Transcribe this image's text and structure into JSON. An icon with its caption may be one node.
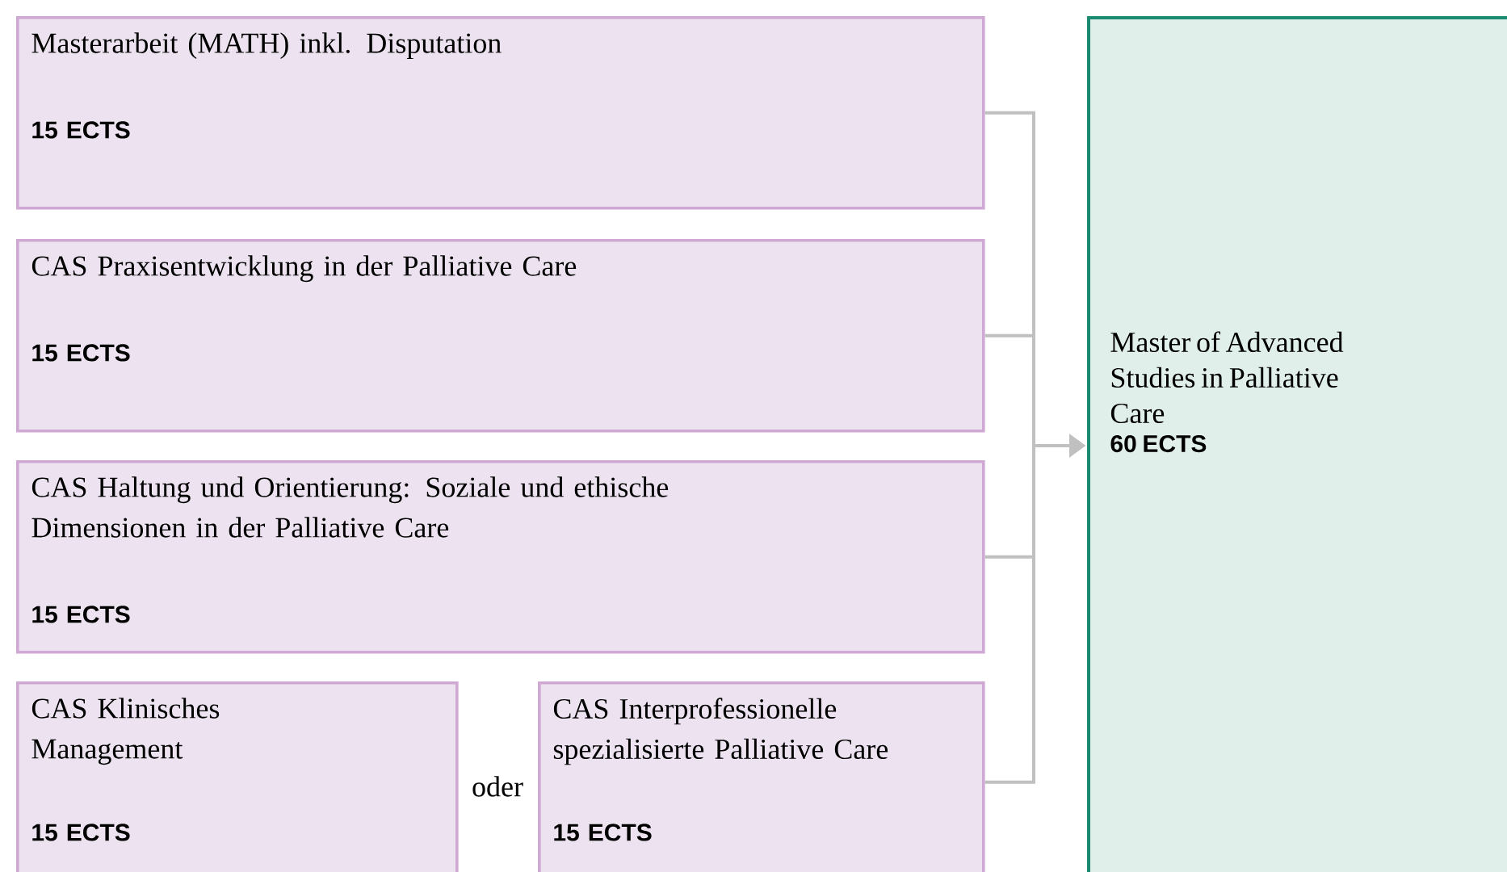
{
  "diagram": {
    "nodes": [
      {
        "text": [
          "Masterarbeit (MATH) inkl. Disputation",
          "15 ECTS"
        ]
      },
      {
        "text": [
          "CAS Praxisentwicklung in der Palliative Care",
          "15 ECTS"
        ]
      },
      {
        "text": [
          "CAS Haltung und Orientierung: Soziale und ethische Dimensionen in der Palliative Care",
          "15 ECTS"
        ]
      },
      {
        "text": [
          "CAS Klinisches Management",
          "15 ECTS"
        ]
      },
      {
        "text": [
          "CAS Interprofessionelle spezialisierte Palliative Care",
          "15 ECTS"
        ]
      },
      {
        "text": [
          "Master of Advanced Studies in Palliative Care",
          "60 ECTS"
        ]
      }
    ],
    "edges": [
      {
        "from": 0,
        "to": 5,
        "arrow": "to"
      },
      {
        "from": 1,
        "to": 5,
        "arrow": "to"
      },
      {
        "from": 2,
        "to": 5,
        "arrow": "to"
      },
      {
        "from": 4,
        "to": 5,
        "arrow": "to"
      }
    ],
    "labels": [
      "oder"
    ]
  }
}
